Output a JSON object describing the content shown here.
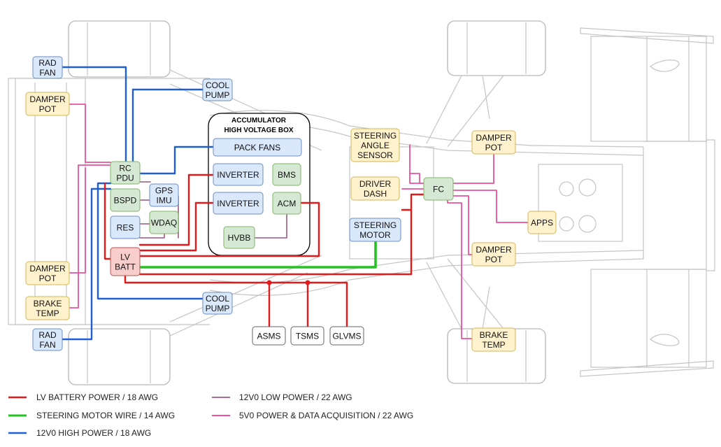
{
  "accumulator": {
    "title_line1": "ACCUMULATOR",
    "title_line2": "HIGH VOLTAGE BOX"
  },
  "components": {
    "rad_fan_top": [
      "RAD",
      "FAN"
    ],
    "rad_fan_bottom": [
      "RAD",
      "FAN"
    ],
    "cool_pump_top": [
      "COOL",
      "PUMP"
    ],
    "cool_pump_bottom": [
      "COOL",
      "PUMP"
    ],
    "damper_pot_rear_top": [
      "DAMPER",
      "POT"
    ],
    "damper_pot_rear_bottom": [
      "DAMPER",
      "POT"
    ],
    "brake_temp_rear": [
      "BRAKE",
      "TEMP"
    ],
    "rc_pdu": [
      "RC",
      "PDU"
    ],
    "bspd": [
      "BSPD"
    ],
    "res": [
      "RES"
    ],
    "gps_imu": [
      "GPS",
      "IMU"
    ],
    "wdaq": [
      "WDAQ"
    ],
    "lv_batt": [
      "LV",
      "BATT"
    ],
    "pack_fans": [
      "PACK FANS"
    ],
    "inverter_1": [
      "INVERTER"
    ],
    "inverter_2": [
      "INVERTER"
    ],
    "bms": [
      "BMS"
    ],
    "acm": [
      "ACM"
    ],
    "hvbb": [
      "HVBB"
    ],
    "steering_angle_sensor": [
      "STEERING",
      "ANGLE",
      "SENSOR"
    ],
    "driver_dash": [
      "DRIVER",
      "DASH"
    ],
    "steering_motor": [
      "STEERING",
      "MOTOR"
    ],
    "fc": [
      "FC"
    ],
    "damper_pot_front_top": [
      "DAMPER",
      "POT"
    ],
    "damper_pot_front_bottom": [
      "DAMPER",
      "POT"
    ],
    "apps": [
      "APPS"
    ],
    "brake_temp_front": [
      "BRAKE",
      "TEMP"
    ],
    "asms": [
      "ASMS"
    ],
    "tsms": [
      "TSMS"
    ],
    "glvms": [
      "GLVMS"
    ]
  },
  "legend": [
    {
      "id": "lv-battery-power",
      "label": "LV BATTERY POWER / 18 AWG",
      "color": "#e31a1c"
    },
    {
      "id": "steering-motor-wire",
      "label": "STEERING MOTOR WIRE / 14 AWG",
      "color": "#22c322"
    },
    {
      "id": "12v0-high-power",
      "label": "12V0 HIGH POWER / 18 AWG",
      "color": "#1f5fd6"
    },
    {
      "id": "12v0-low-power",
      "label": "12V0 LOW POWER / 22 AWG",
      "color": "#a86d94"
    },
    {
      "id": "5v0-power-data",
      "label": "5V0 POWER & DATA ACQUISITION / 22 AWG",
      "color": "#e9519f"
    }
  ]
}
